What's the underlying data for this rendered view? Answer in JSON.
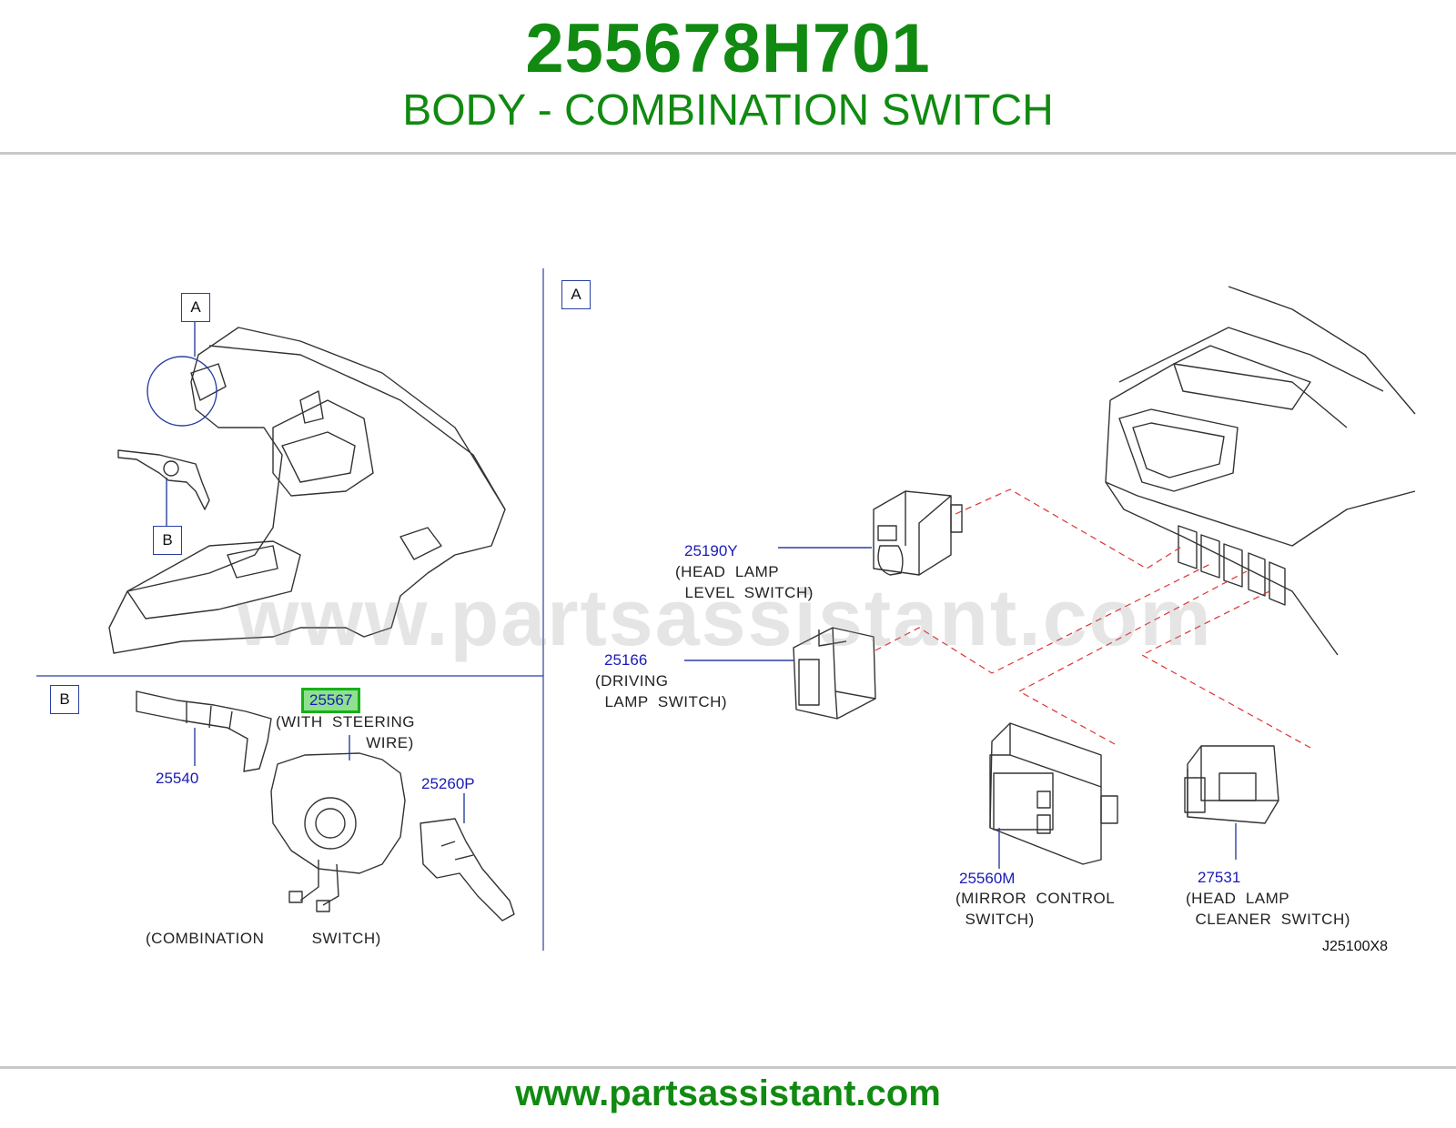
{
  "header": {
    "part_number": "255678H701",
    "title": "BODY - COMBINATION SWITCH"
  },
  "inset_labels": {
    "a_overview": "A",
    "b_overview": "B",
    "b_section": "B",
    "a_section": "A"
  },
  "callouts": [
    {
      "id": "25567",
      "number": "25567",
      "description": "(WITH  STEERING\n                   WIRE)",
      "highlighted": true
    },
    {
      "id": "25540",
      "number": "25540",
      "description": ""
    },
    {
      "id": "25260P",
      "number": "25260P",
      "description": ""
    },
    {
      "id": "25190Y",
      "number": "25190Y",
      "description": "(HEAD  LAMP\n  LEVEL  SWITCH)"
    },
    {
      "id": "25166",
      "number": "25166",
      "description": "(DRIVING\n  LAMP  SWITCH)"
    },
    {
      "id": "25560M",
      "number": "25560M",
      "description": "(MIRROR  CONTROL\n  SWITCH)"
    },
    {
      "id": "27531",
      "number": "27531",
      "description": "(HEAD  LAMP\n  CLEANER  SWITCH)"
    }
  ],
  "group_caption": "(COMBINATION          SWITCH)",
  "drawing_code": "J25100X8",
  "watermark": "www.partsassistant.com",
  "footer": {
    "url": "www.partsassistant.com"
  },
  "colors": {
    "brand_green": "#118a11",
    "callout_blue": "#1a1ab8",
    "highlight_green": "#8fe08f",
    "leader_red": "#e03030"
  }
}
